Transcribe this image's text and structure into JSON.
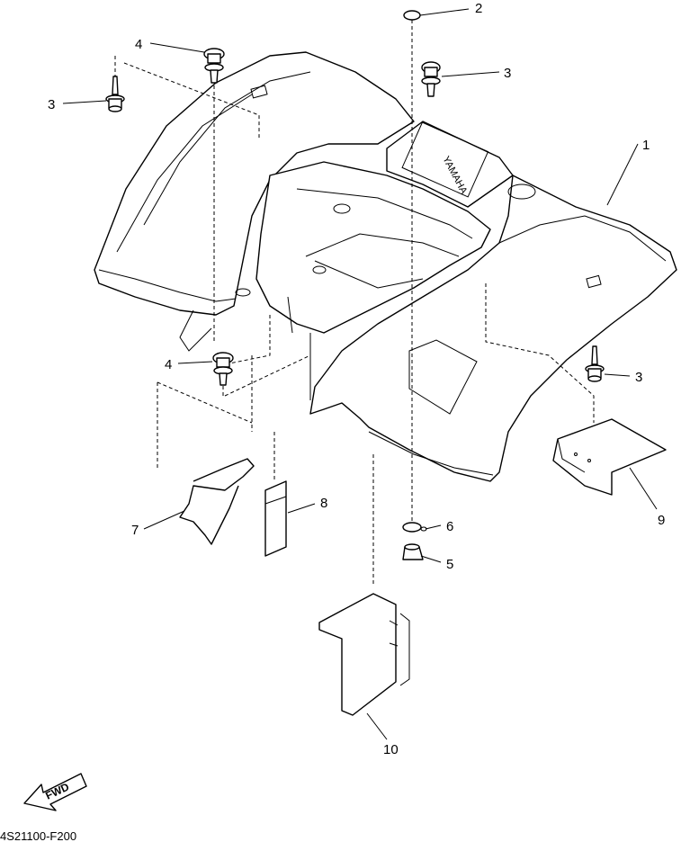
{
  "diagram": {
    "callouts": {
      "c1": "1",
      "c2": "2",
      "c3a": "3",
      "c3b": "3",
      "c3c": "3",
      "c4a": "4",
      "c4b": "4",
      "c5": "5",
      "c6": "6",
      "c7": "7",
      "c8": "8",
      "c9": "9",
      "c10": "10"
    },
    "emboss_text": "YAMAHA",
    "fwd_label": "FWD",
    "drawing_code": "4S21100-F200"
  }
}
